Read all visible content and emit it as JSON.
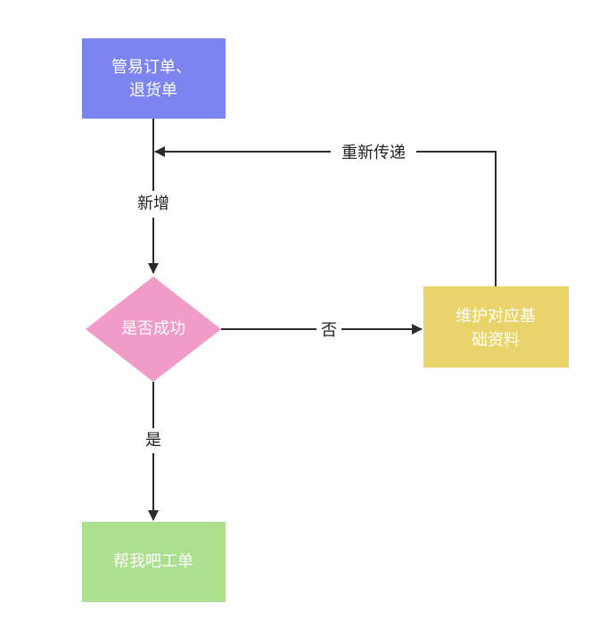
{
  "nodes": {
    "start": {
      "line1": "管易订单、",
      "line2": "退货单",
      "color": "#7b84f0"
    },
    "decision": {
      "label": "是否成功",
      "color": "#f09bc8"
    },
    "fix": {
      "line1": "维护对应基",
      "line2": "础资料",
      "color": "#e9d46c"
    },
    "end": {
      "label": "帮我吧工单",
      "color": "#acdf8e"
    }
  },
  "edges": {
    "add": "新增",
    "no": "否",
    "yes": "是",
    "resend": "重新传递"
  },
  "line_color": "#2b2b2b"
}
